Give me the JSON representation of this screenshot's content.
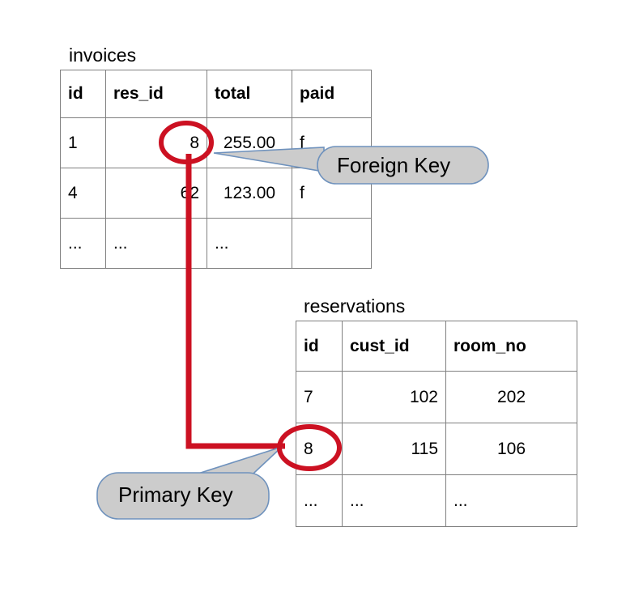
{
  "diagram": {
    "title_invoices": "invoices",
    "title_reservations": "reservations",
    "colors": {
      "highlight": "#cc1122",
      "callout_fill": "#cccccc",
      "callout_border": "#6f92bd",
      "table_border": "#808080",
      "text": "#000000",
      "background": "#ffffff"
    }
  },
  "tables": {
    "invoices": {
      "name": "invoices",
      "columns": [
        "id",
        "res_id",
        "total",
        "paid"
      ],
      "align": [
        "l",
        "r",
        "c",
        "l"
      ],
      "rows": [
        [
          "1",
          "8",
          "255.00",
          "f"
        ],
        [
          "4",
          "62",
          "123.00",
          "f"
        ],
        [
          "...",
          "...",
          "...",
          ""
        ]
      ]
    },
    "reservations": {
      "name": "reservations",
      "columns": [
        "id",
        "cust_id",
        "room_no"
      ],
      "align": [
        "l",
        "r",
        "c"
      ],
      "rows": [
        [
          "7",
          "102",
          "202"
        ],
        [
          "8",
          "115",
          "106"
        ],
        [
          "...",
          "...",
          "..."
        ]
      ]
    }
  },
  "annotations": {
    "foreign_key": {
      "label": "Foreign Key",
      "target_table": "invoices",
      "target_column": "res_id",
      "target_value": "8"
    },
    "primary_key": {
      "label": "Primary Key",
      "target_table": "reservations",
      "target_column": "id",
      "target_value": "8"
    },
    "relationship": "invoices.res_id references reservations.id"
  }
}
